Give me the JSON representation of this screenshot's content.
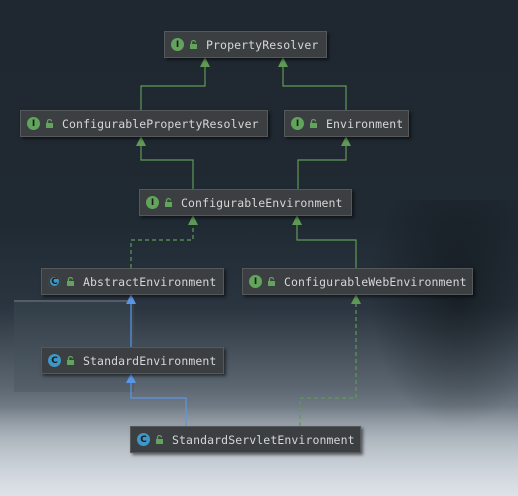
{
  "nodes": [
    {
      "id": "property-resolver",
      "kind": "interface",
      "kind_letter": "I",
      "label": "PropertyResolver"
    },
    {
      "id": "configurable-property-resolver",
      "kind": "interface",
      "kind_letter": "I",
      "label": "ConfigurablePropertyResolver"
    },
    {
      "id": "environment",
      "kind": "interface",
      "kind_letter": "I",
      "label": "Environment"
    },
    {
      "id": "configurable-environment",
      "kind": "interface",
      "kind_letter": "I",
      "label": "ConfigurableEnvironment"
    },
    {
      "id": "abstract-environment",
      "kind": "abstract-class",
      "kind_letter": "C",
      "label": "AbstractEnvironment"
    },
    {
      "id": "configurable-web-environment",
      "kind": "interface",
      "kind_letter": "I",
      "label": "ConfigurableWebEnvironment"
    },
    {
      "id": "standard-environment",
      "kind": "class",
      "kind_letter": "C",
      "label": "StandardEnvironment"
    },
    {
      "id": "standard-servlet-environment",
      "kind": "class",
      "kind_letter": "C",
      "label": "StandardServletEnvironment"
    }
  ],
  "edges": [
    {
      "from": "configurable-property-resolver",
      "to": "property-resolver",
      "type": "extends"
    },
    {
      "from": "environment",
      "to": "property-resolver",
      "type": "extends"
    },
    {
      "from": "configurable-environment",
      "to": "configurable-property-resolver",
      "type": "extends"
    },
    {
      "from": "configurable-environment",
      "to": "environment",
      "type": "extends"
    },
    {
      "from": "abstract-environment",
      "to": "configurable-environment",
      "type": "implements"
    },
    {
      "from": "configurable-web-environment",
      "to": "configurable-environment",
      "type": "extends"
    },
    {
      "from": "standard-environment",
      "to": "abstract-environment",
      "type": "class-extends"
    },
    {
      "from": "standard-servlet-environment",
      "to": "standard-environment",
      "type": "class-extends"
    },
    {
      "from": "standard-servlet-environment",
      "to": "configurable-web-environment",
      "type": "implements"
    }
  ],
  "colors": {
    "interface_edge": "#5f9a55",
    "class_edge": "#5a96e6",
    "node_bg": "#3b3f41",
    "node_text": "#d6d6d6"
  },
  "icons": {
    "interface": "interface-icon",
    "class": "class-icon",
    "visibility": "lock-icon"
  }
}
